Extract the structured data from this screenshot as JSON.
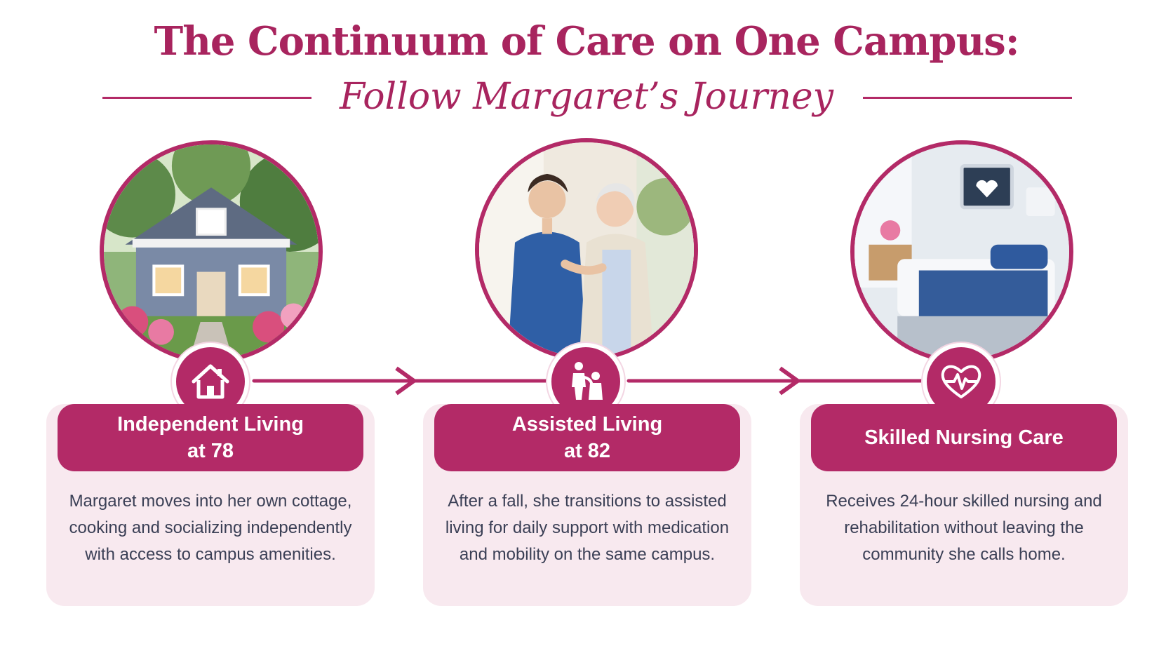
{
  "header": {
    "title": "The Continuum of Care on One Campus:",
    "subtitle": "Follow Margaret’s Journey"
  },
  "colors": {
    "accent": "#b32a67",
    "card_background": "#f8e9ef",
    "body_text": "#3a3f55"
  },
  "stages": [
    {
      "photo": "cottage-house-photo",
      "icon": "house-icon",
      "title_line1": "Independent Living",
      "title_line2": "at 78",
      "description": "Margaret moves into her own cottage, cooking and socializing independently with access to campus amenities."
    },
    {
      "photo": "caregiver-assisting-senior-photo",
      "icon": "caregiver-assist-icon",
      "title_line1": "Assisted Living",
      "title_line2": "at 82",
      "description": "After a fall, she transitions to assisted living for daily support with medication and mobility on the same campus."
    },
    {
      "photo": "hospital-bed-room-photo",
      "icon": "heart-pulse-icon",
      "title_line1": "Skilled Nursing Care",
      "title_line2": "",
      "description": "Receives 24-hour skilled nursing and rehabilitation without leaving the community she calls home."
    }
  ]
}
